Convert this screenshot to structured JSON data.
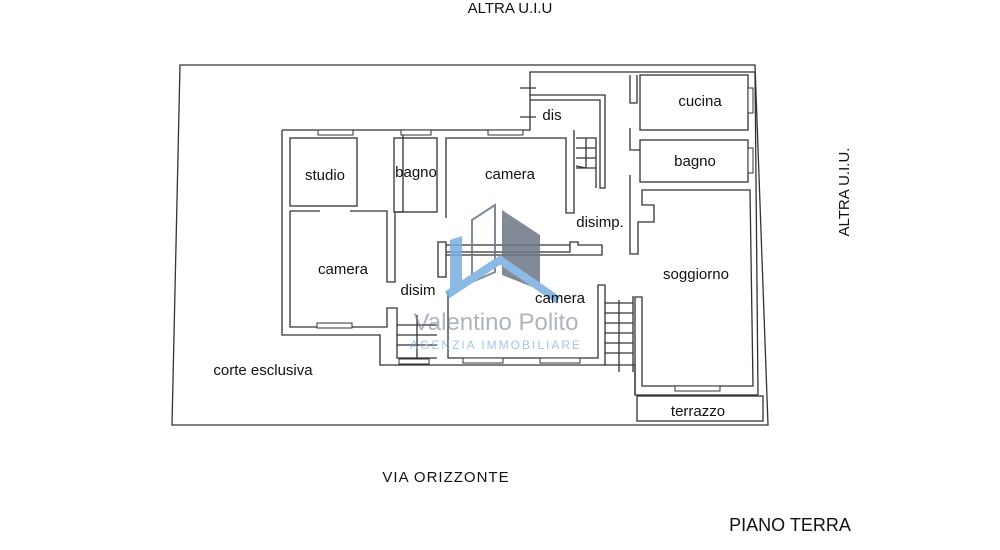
{
  "plan": {
    "title": "PIANO TERRA",
    "street": "VIA ORIZZONTE",
    "neighbor_top": "ALTRA U.I.U",
    "neighbor_right": "ALTRA U.I.U.",
    "outdoor": "corte esclusiva",
    "rooms": {
      "studio": "studio",
      "bagno_left": "bagno",
      "camera_top": "camera",
      "camera_left": "camera",
      "disim": "disim",
      "camera_bottom": "camera",
      "dis": "dis",
      "disimp": "disimp.",
      "cucina": "cucina",
      "bagno_right": "bagno",
      "soggiorno": "soggiorno",
      "terrazzo": "terrazzo"
    }
  },
  "watermark": {
    "name": "Valentino Polito",
    "subtitle": "AGENZIA IMMOBILIARE",
    "colors": {
      "blue": "#7aaee0",
      "gray": "#6d7585"
    }
  }
}
